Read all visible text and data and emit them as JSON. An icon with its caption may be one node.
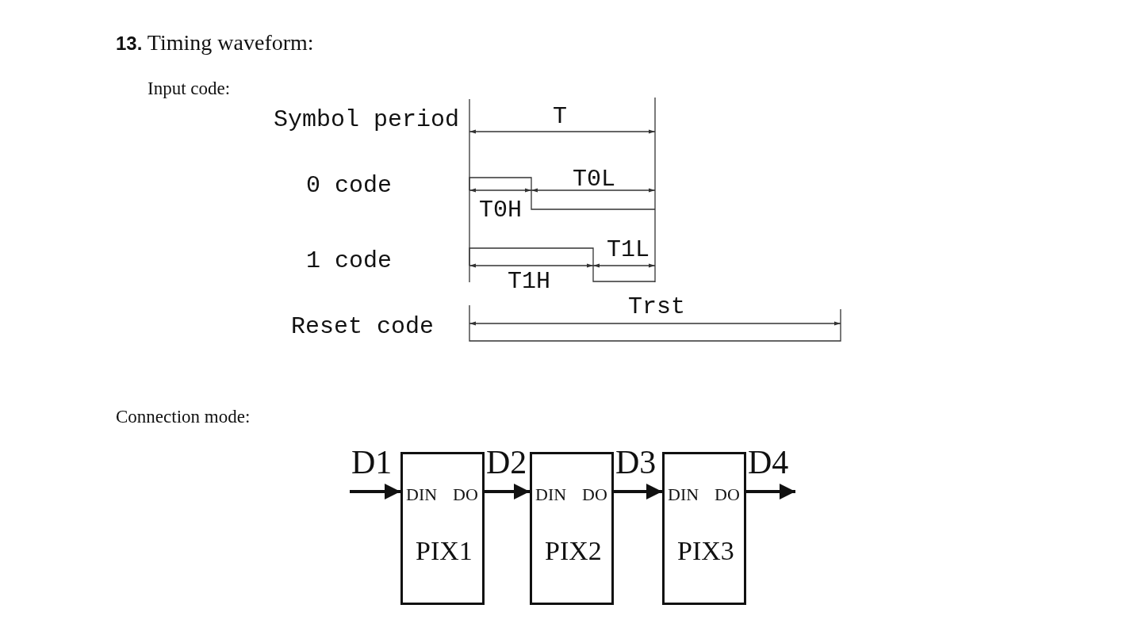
{
  "diagram": {
    "title": "**13.** Timing waveform:",
    "nodes": [
      {
        "text": [
          "DIN",
          "DO",
          "PIX1"
        ]
      },
      {
        "text": [
          "DIN",
          "DO",
          "PIX2"
        ]
      },
      {
        "text": [
          "DIN",
          "DO",
          "PIX3"
        ]
      }
    ],
    "edges": [
      {
        "from": null,
        "to": 0,
        "arrow": "to",
        "label": "D1"
      },
      {
        "from": 0,
        "to": 1,
        "arrow": "to",
        "label": "D2"
      },
      {
        "from": 1,
        "to": 2,
        "arrow": "to",
        "label": "D3"
      },
      {
        "from": 2,
        "to": null,
        "arrow": "to",
        "label": "D4"
      }
    ],
    "labels": [
      "Input code:",
      "Symbol period",
      "T",
      "0 code",
      "T0L",
      "T0H",
      "1 code",
      "T1L",
      "T1H",
      "Reset code",
      "Trst",
      "Connection mode:"
    ]
  }
}
